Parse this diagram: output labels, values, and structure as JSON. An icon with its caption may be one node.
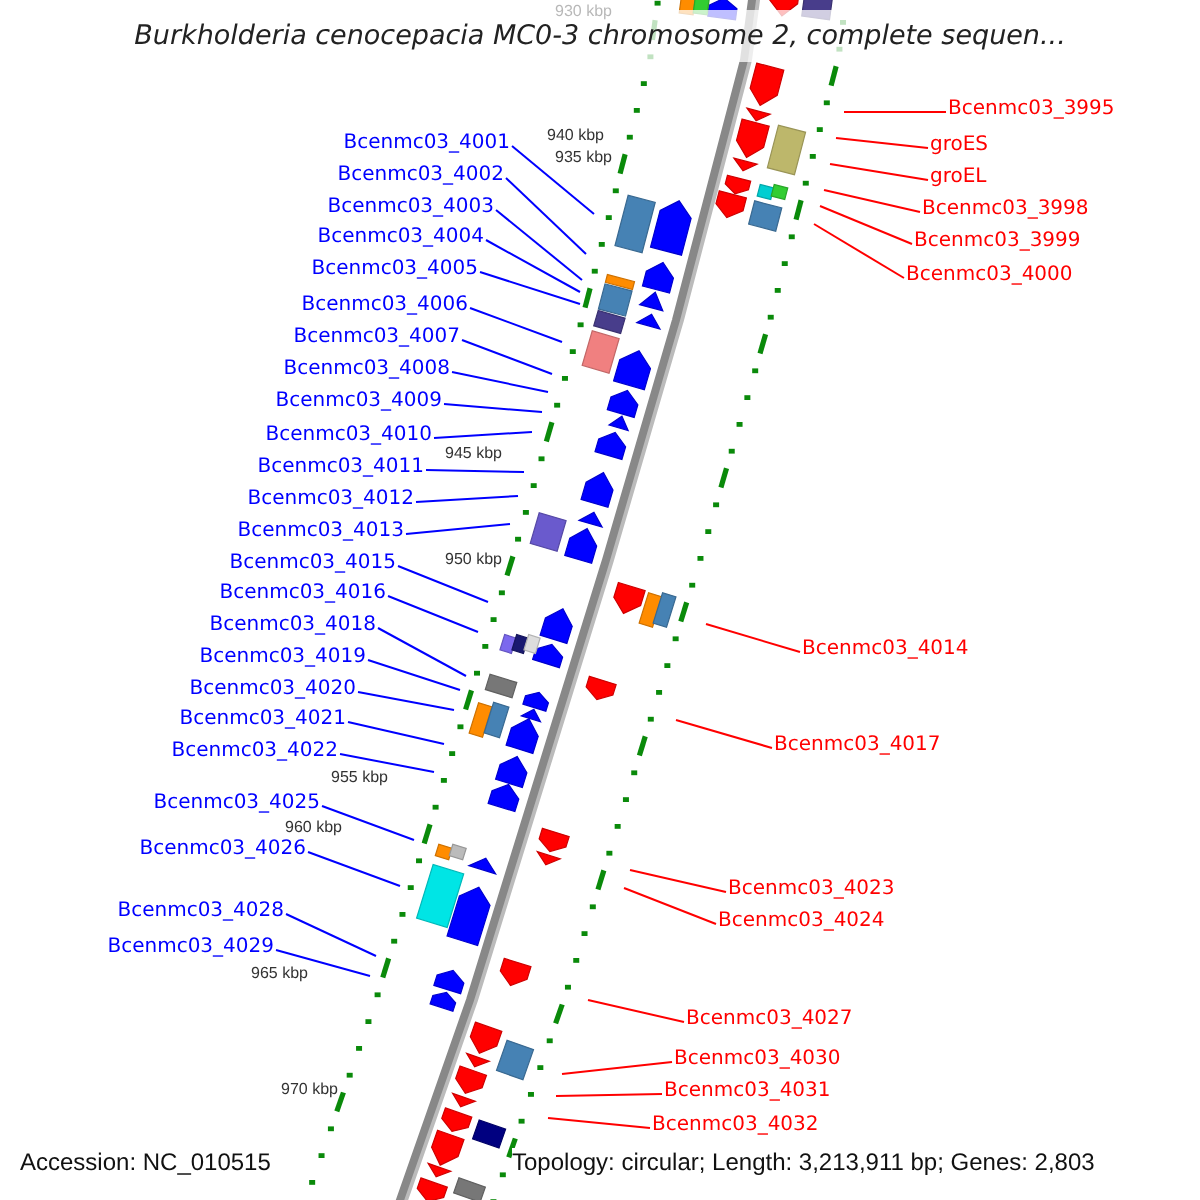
{
  "diagram": {
    "title": "Burkholderia cenocepacia MC0-3 chromosome 2, complete sequen...",
    "nodes": [
      {
        "text": [
          "Bcenmc03_3995"
        ]
      },
      {
        "text": [
          "Bcenmc03_4001"
        ]
      },
      {
        "text": [
          "groES"
        ]
      },
      {
        "text": [
          "Bcenmc03_4002"
        ]
      },
      {
        "text": [
          "groEL"
        ]
      },
      {
        "text": [
          "Bcenmc03_4003"
        ]
      },
      {
        "text": [
          "Bcenmc03_3998"
        ]
      },
      {
        "text": [
          "Bcenmc03_4004"
        ]
      },
      {
        "text": [
          "Bcenmc03_3999"
        ]
      },
      {
        "text": [
          "Bcenmc03_4005"
        ]
      },
      {
        "text": [
          "Bcenmc03_4000"
        ]
      },
      {
        "text": [
          "Bcenmc03_4006"
        ]
      },
      {
        "text": [
          "Bcenmc03_4007"
        ]
      },
      {
        "text": [
          "Bcenmc03_4008"
        ]
      },
      {
        "text": [
          "Bcenmc03_4009"
        ]
      },
      {
        "text": [
          "Bcenmc03_4010"
        ]
      },
      {
        "text": [
          "Bcenmc03_4011"
        ]
      },
      {
        "text": [
          "Bcenmc03_4012"
        ]
      },
      {
        "text": [
          "Bcenmc03_4013"
        ]
      },
      {
        "text": [
          "Bcenmc03_4015"
        ]
      },
      {
        "text": [
          "Bcenmc03_4016"
        ]
      },
      {
        "text": [
          "Bcenmc03_4018"
        ]
      },
      {
        "text": [
          "Bcenmc03_4014"
        ]
      },
      {
        "text": [
          "Bcenmc03_4019"
        ]
      },
      {
        "text": [
          "Bcenmc03_4020"
        ]
      },
      {
        "text": [
          "Bcenmc03_4021"
        ]
      },
      {
        "text": [
          "Bcenmc03_4017"
        ]
      },
      {
        "text": [
          "Bcenmc03_4022"
        ]
      },
      {
        "text": [
          "Bcenmc03_4025"
        ]
      },
      {
        "text": [
          "Bcenmc03_4026"
        ]
      },
      {
        "text": [
          "Bcenmc03_4023"
        ]
      },
      {
        "text": [
          "Bcenmc03_4028"
        ]
      },
      {
        "text": [
          "Bcenmc03_4024"
        ]
      },
      {
        "text": [
          "Bcenmc03_4029"
        ]
      },
      {
        "text": [
          "Bcenmc03_4027"
        ]
      },
      {
        "text": [
          "Bcenmc03_4030"
        ]
      },
      {
        "text": [
          "Bcenmc03_4031"
        ]
      },
      {
        "text": [
          "Bcenmc03_4032"
        ]
      }
    ],
    "edges": [
      {
        "from": 0,
        "to": null,
        "arrow": "none",
        "color": "#ff0000"
      },
      {
        "from": 1,
        "to": null,
        "arrow": "none"
      },
      {
        "from": 2,
        "to": null,
        "arrow": "none",
        "color": "#ff0000"
      },
      {
        "from": 3,
        "to": null,
        "arrow": "none"
      },
      {
        "from": 4,
        "to": null,
        "arrow": "none",
        "color": "#ff0000"
      },
      {
        "from": 5,
        "to": null,
        "arrow": "none"
      },
      {
        "from": 6,
        "to": null,
        "arrow": "none",
        "color": "#ff0000"
      },
      {
        "from": 7,
        "to": null,
        "arrow": "none"
      },
      {
        "from": 8,
        "to": null,
        "arrow": "none",
        "color": "#ff0000"
      },
      {
        "from": 9,
        "to": null,
        "arrow": "none"
      },
      {
        "from": 10,
        "to": null,
        "arrow": "none",
        "color": "#ff0000"
      },
      {
        "from": 11,
        "to": null,
        "arrow": "none"
      },
      {
        "from": 12,
        "to": null,
        "arrow": "none"
      },
      {
        "from": 13,
        "to": null,
        "arrow": "none"
      },
      {
        "from": 14,
        "to": null,
        "arrow": "none"
      },
      {
        "from": 15,
        "to": null,
        "arrow": "none"
      },
      {
        "from": 16,
        "to": null,
        "arrow": "none"
      },
      {
        "from": 17,
        "to": null,
        "arrow": "none"
      },
      {
        "from": 18,
        "to": null,
        "arrow": "none"
      },
      {
        "from": 19,
        "to": null,
        "arrow": "none"
      },
      {
        "from": 20,
        "to": null,
        "arrow": "none"
      },
      {
        "from": 21,
        "to": null,
        "arrow": "none"
      },
      {
        "from": 22,
        "to": null,
        "arrow": "none",
        "color": "#ff0000"
      },
      {
        "from": 23,
        "to": null,
        "arrow": "none"
      },
      {
        "from": 24,
        "to": null,
        "arrow": "none"
      },
      {
        "from": 25,
        "to": null,
        "arrow": "none"
      },
      {
        "from": 26,
        "to": null,
        "arrow": "none",
        "color": "#ff0000"
      },
      {
        "from": 27,
        "to": null,
        "arrow": "none"
      },
      {
        "from": 28,
        "to": null,
        "arrow": "none"
      },
      {
        "from": 29,
        "to": null,
        "arrow": "none"
      },
      {
        "from": 30,
        "to": null,
        "arrow": "none",
        "color": "#ff0000"
      },
      {
        "from": 31,
        "to": null,
        "arrow": "none"
      },
      {
        "from": 32,
        "to": null,
        "arrow": "none",
        "color": "#ff0000"
      },
      {
        "from": 33,
        "to": null,
        "arrow": "none"
      },
      {
        "from": 34,
        "to": null,
        "arrow": "none",
        "color": "#ff0000"
      },
      {
        "from": 35,
        "to": null,
        "arrow": "none",
        "color": "#ff0000"
      },
      {
        "from": 36,
        "to": null,
        "arrow": "none",
        "color": "#ff0000"
      },
      {
        "from": 37,
        "to": null,
        "arrow": "none",
        "color": "#ff0000"
      }
    ],
    "labels": [
      "930 kbp",
      "935 kbp",
      "940 kbp",
      "945 kbp",
      "950 kbp",
      "955 kbp",
      "960 kbp",
      "965 kbp",
      "970 kbp",
      "Accession: NC_010515",
      "Topology: circular; Length: 3,213,911 bp; Genes: 2,803"
    ]
  }
}
